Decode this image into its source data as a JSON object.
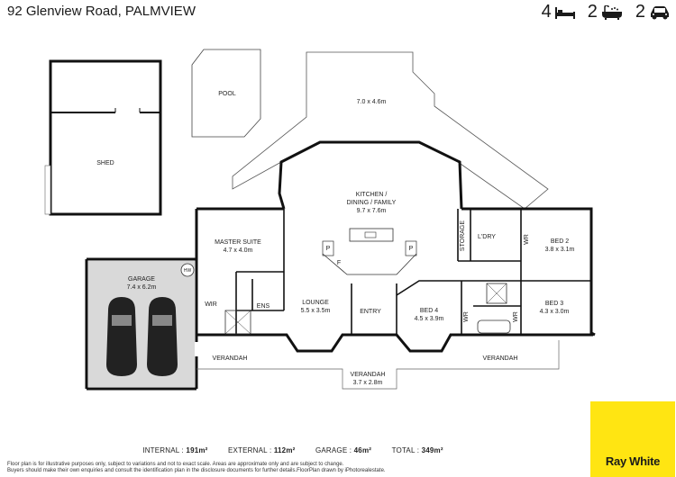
{
  "header": {
    "address": "92 Glenview Road, PALMVIEW",
    "bedrooms": "4",
    "bathrooms": "2",
    "car_spaces": "2"
  },
  "rooms": {
    "pool": "POOL",
    "deck_size": "7.0 x 4.6m",
    "shed": "SHED",
    "kitchen_name": "KITCHEN /",
    "kitchen_name2": "DINING / FAMILY",
    "kitchen_size": "9.7 x 7.6m",
    "master_name": "MASTER SUITE",
    "master_size": "4.7 x 4.0m",
    "garage_name": "GARAGE",
    "garage_size": "7.4 x 6.2m",
    "hw": "HW",
    "wir": "WIR",
    "ens": "ENS",
    "lounge_name": "LOUNGE",
    "lounge_size": "5.5 x 3.5m",
    "entry": "ENTRY",
    "bed4_name": "BED 4",
    "bed4_size": "4.5 x 3.9m",
    "storage": "STORAGE",
    "laundry": "L'DRY",
    "wr": "WR",
    "bed2_name": "BED 2",
    "bed2_size": "3.8 x 3.1m",
    "bed3_name": "BED 3",
    "bed3_size": "4.3 x 3.0m",
    "verandah": "VERANDAH",
    "verandah_front_size": "3.7 x 2.8m",
    "pantry": "P",
    "fridge": "F"
  },
  "stats": {
    "internal_label": "INTERNAL :",
    "internal_value": "191m²",
    "external_label": "EXTERNAL :",
    "external_value": "112m²",
    "garage_label": "GARAGE :",
    "garage_value": "46m²",
    "total_label": "TOTAL :",
    "total_value": "349m²"
  },
  "disclaimer": {
    "line1": "Floor plan is for illustrative purposes only, subject to variations and not to exact scale. Areas are approximate only and are subject to change.",
    "line2": "Buyers should make their own enquiries and consult the identification plan in the disclosure documents for further details.FloorPlan drawn by iPhotorealestate."
  },
  "brand": {
    "name": "Ray White",
    "color": "#ffe512"
  }
}
